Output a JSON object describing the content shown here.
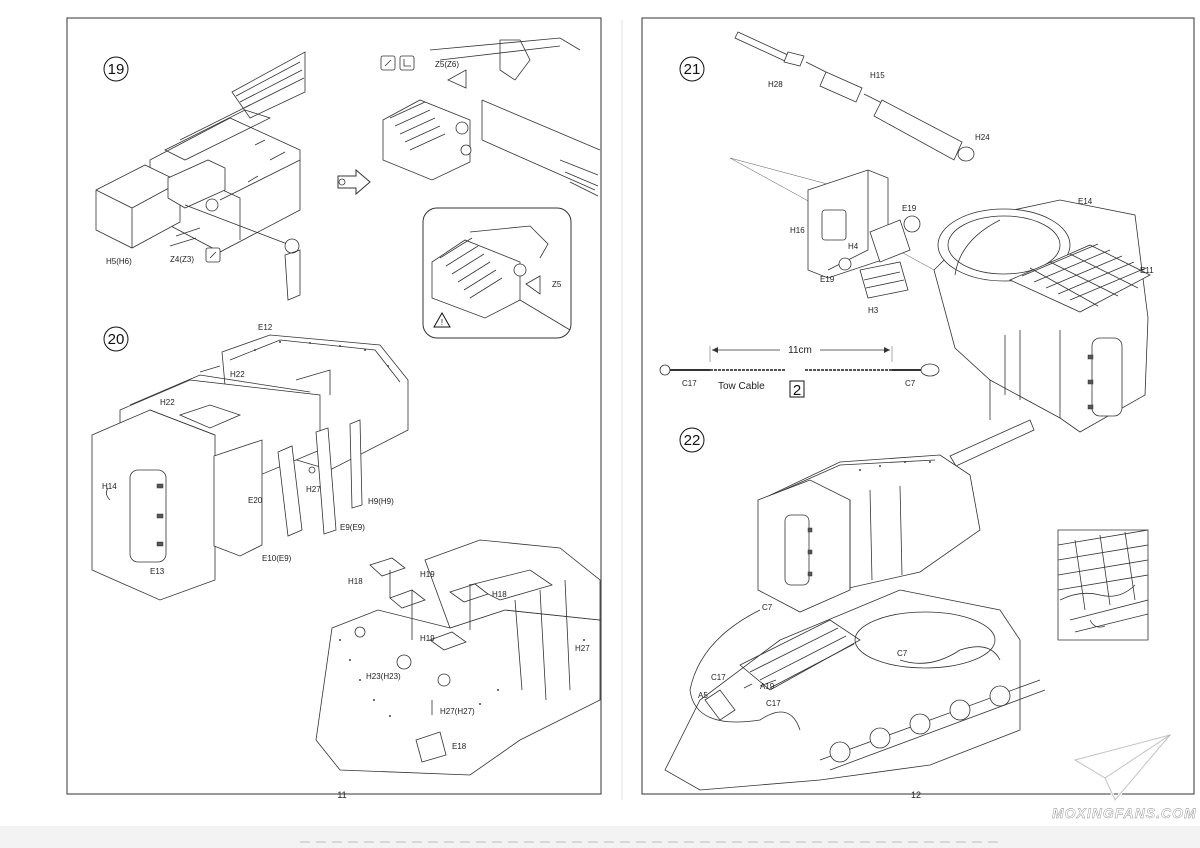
{
  "pages": [
    {
      "page_number": "11",
      "steps": [
        {
          "number": "19",
          "labels": [
            "H5(H6)",
            "Z4(Z3)",
            "Z5(Z6)",
            "Z5"
          ]
        },
        {
          "number": "20",
          "labels": [
            "E12",
            "H22",
            "H22",
            "H14",
            "E20",
            "H27",
            "H9(H9)",
            "E9(E9)",
            "E10(E9)",
            "E13",
            "H18",
            "H19",
            "H18",
            "H19",
            "H23(H23)",
            "H27(H27)",
            "H27",
            "E18"
          ]
        }
      ]
    },
    {
      "page_number": "12",
      "steps": [
        {
          "number": "21",
          "labels": [
            "H28",
            "H15",
            "H24",
            "E19",
            "E14",
            "H16",
            "H4",
            "E19",
            "H3",
            "E11"
          ],
          "tow_cable": {
            "length": "11cm",
            "label": "Tow Cable",
            "quantity": "2",
            "end_left": "C17",
            "end_right": "C7"
          }
        },
        {
          "number": "22",
          "labels": [
            "C7",
            "C7",
            "C17",
            "A19",
            "A5",
            "C17"
          ]
        }
      ]
    }
  ],
  "watermark": "MOXINGFANS.COM"
}
